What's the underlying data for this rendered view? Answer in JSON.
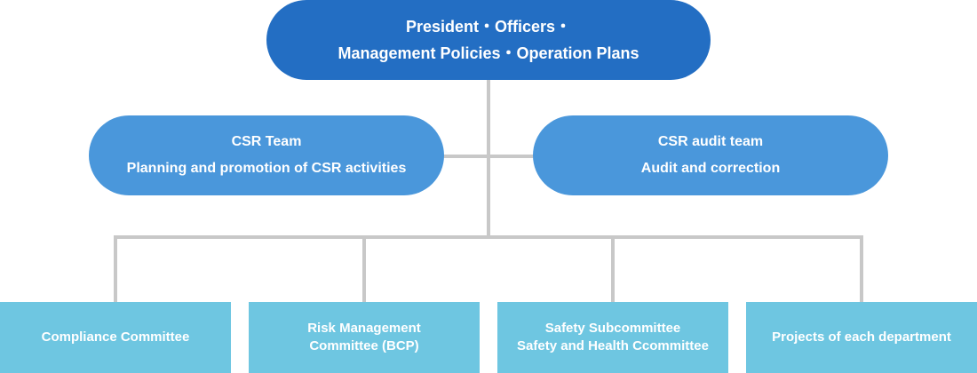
{
  "top": {
    "line1": "President・Officers・",
    "line2": "Management Policies・Operation Plans"
  },
  "csr_team": {
    "title": "CSR Team",
    "subtitle": "Planning and promotion of CSR activities"
  },
  "csr_audit": {
    "title": "CSR audit team",
    "subtitle": "Audit and correction"
  },
  "committees": [
    {
      "line1": "Compliance Committee",
      "line2": ""
    },
    {
      "line1": "Risk Management",
      "line2": "Committee (BCP)"
    },
    {
      "line1": "Safety Subcommittee",
      "line2": "Safety and Health Ccommittee"
    },
    {
      "line1": "Projects of each department",
      "line2": ""
    }
  ],
  "colors": {
    "top_node": "#236ec3",
    "mid_nodes": "#4a97db",
    "bottom_boxes": "#6ec6e1",
    "connectors": "#c8c8c8"
  }
}
